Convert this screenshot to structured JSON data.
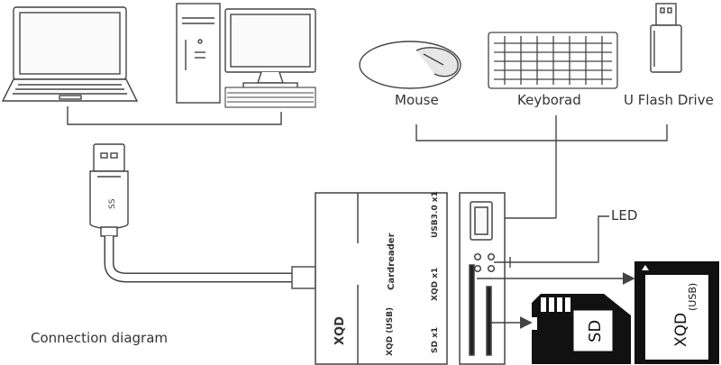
{
  "labels": {
    "mouse": "Mouse",
    "keyboard": "Keyborad",
    "usb_flash_drive": "U Flash Drive",
    "led": "LED",
    "caption": "Connection diagram"
  },
  "usb_plug": {
    "marking": "SS"
  },
  "hub": {
    "brand": "XQD",
    "product": "Cardreader",
    "port_usb": "USB3.0 x1",
    "port_xqd": "XQD x1",
    "port_xqd_usb": "XQD (USB)",
    "port_sd": "SD x1"
  },
  "sd_card": {
    "label": "SD"
  },
  "xqd_card": {
    "label": "XQD",
    "sub": "(USB)"
  },
  "colors": {
    "line": "#444444",
    "fill": "#ffffff",
    "card": "#1a1a1a",
    "text": "#333333"
  }
}
